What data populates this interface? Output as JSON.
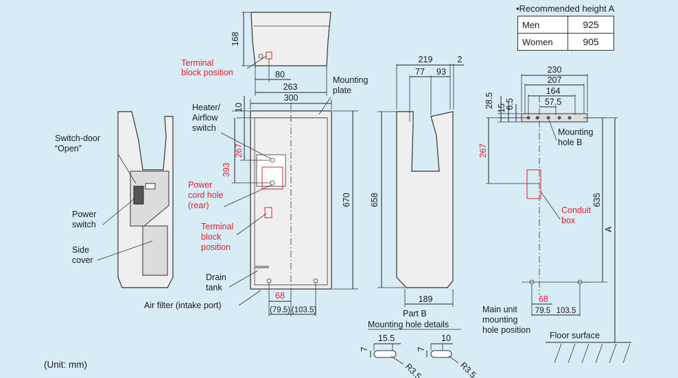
{
  "height_table": {
    "caption": "•Recommended height A",
    "rows": [
      {
        "label": "Men",
        "value": "925"
      },
      {
        "label": "Women",
        "value": "905"
      }
    ]
  },
  "labels": {
    "terminal_top": [
      "Terminal",
      "block position"
    ],
    "mounting_plate": [
      "Mounting",
      "plate"
    ],
    "heater_switch": [
      "Heater/",
      "Airflow",
      "switch"
    ],
    "switch_door": [
      "Switch-door",
      "“Open”"
    ],
    "power_switch": [
      "Power",
      "switch"
    ],
    "side_cover": [
      "Side",
      "cover"
    ],
    "power_cord": [
      "Power",
      "cord hole",
      "(rear)"
    ],
    "terminal_front": [
      "Terminal",
      "block",
      "position"
    ],
    "drain_tank": [
      "Drain",
      "tank"
    ],
    "air_filter": "Air filter (intake port)",
    "mounting_hole_b": [
      "Mounting",
      "hole B"
    ],
    "conduit_box": [
      "Conduit",
      "box"
    ],
    "main_unit_hole": [
      "Main unit",
      "mounting",
      "hole position"
    ],
    "floor_surface": "Floor surface",
    "part_b": "Part B",
    "mounting_hole_details": "Mounting hole details",
    "unit": "(Unit: mm)",
    "height_a": "A"
  },
  "dims": {
    "top_168": "168",
    "top_80": "80",
    "top_263": "263",
    "front_300": "300",
    "front_10": "10",
    "front_267": "267",
    "front_393": "393",
    "front_670": "670",
    "front_68": "68",
    "front_79_5": "(79.5)",
    "front_103_5": "(103.5)",
    "side_219": "219",
    "side_2": "2",
    "side_77": "77",
    "side_93": "93",
    "side_658": "658",
    "side_189": "189",
    "wall_230": "230",
    "wall_207": "207",
    "wall_164": "164",
    "wall_57_5": "57.5",
    "wall_28_5": "28.5",
    "wall_15": "15",
    "wall_6_5": "6.5",
    "wall_267": "267",
    "wall_635": "635",
    "wall_68": "68",
    "wall_79_5": "79.5",
    "wall_103_5": "103.5",
    "detail_15_5": "15.5",
    "detail_7a": "7",
    "detail_r3_5a": "R3.5",
    "detail_10": "10",
    "detail_7b": "7",
    "detail_r3_5b": "R3.5"
  },
  "colors": {
    "background": "#d8ecf6",
    "highlight": "#e0202f",
    "device": "#efefef"
  }
}
